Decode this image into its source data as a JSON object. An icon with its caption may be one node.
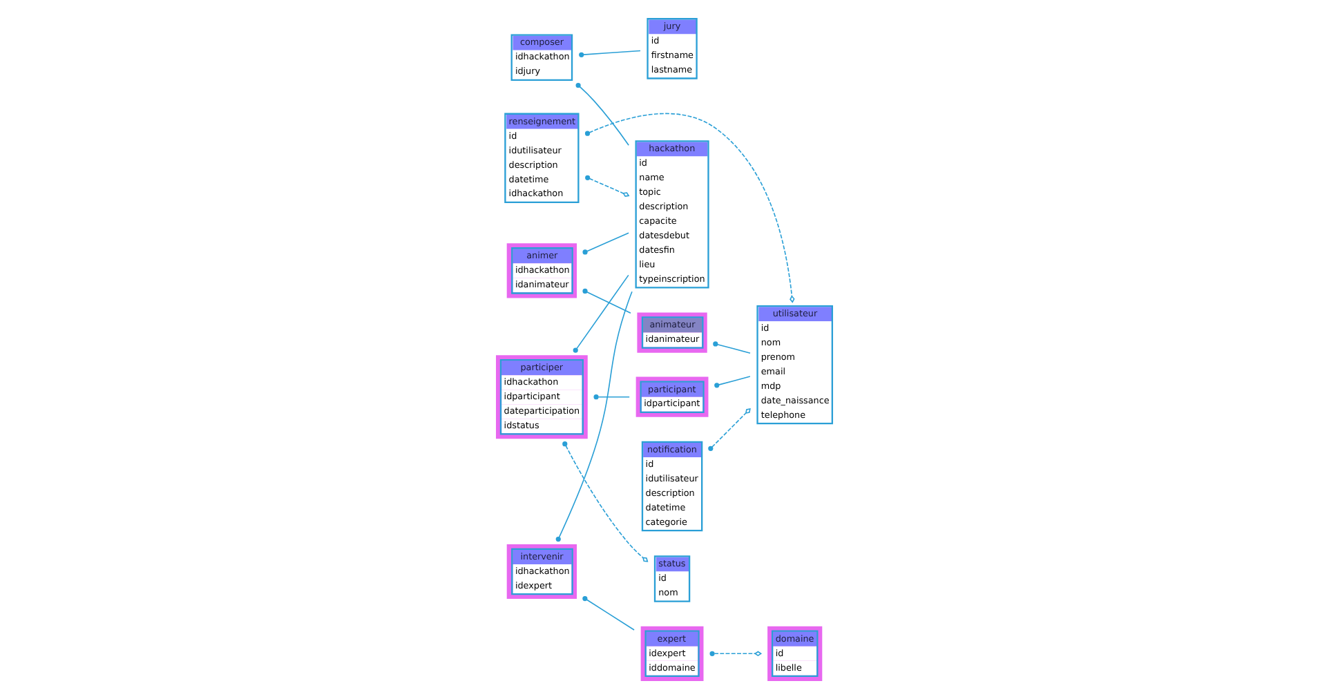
{
  "diagram": {
    "nodes": [
      {
        "text": [
          "renseignement",
          "id",
          "idutilisateur",
          "description",
          "datetime",
          "idhackathon"
        ]
      },
      {
        "text": [
          "hackathon",
          "id",
          "name",
          "topic",
          "description",
          "capacite",
          "datesdebut",
          "datesfin",
          "lieu",
          "typeinscription"
        ]
      },
      {
        "text": [
          "utilisateur",
          "id",
          "nom",
          "prenom",
          "email",
          "mdp",
          "date_naissance",
          "telephone"
        ]
      },
      {
        "text": [
          "composer",
          "idhackathon",
          "idjury"
        ]
      },
      {
        "text": [
          "animer",
          "idhackathon",
          "idanimateur"
        ]
      },
      {
        "text": [
          "animateur",
          "idanimateur"
        ]
      },
      {
        "text": [
          "jury",
          "id",
          "firstname",
          "lastname"
        ]
      },
      {
        "text": [
          "participer",
          "idhackathon",
          "idparticipant",
          "dateparticipation",
          "idstatus"
        ]
      },
      {
        "text": [
          "participant",
          "idparticipant"
        ]
      },
      {
        "text": [
          "notification",
          "id",
          "idutilisateur",
          "description",
          "datetime",
          "categorie"
        ]
      },
      {
        "text": [
          "intervenir",
          "idhackathon",
          "idexpert"
        ]
      },
      {
        "text": [
          "status",
          "id",
          "nom"
        ]
      },
      {
        "text": [
          "expert",
          "idexpert",
          "iddomaine"
        ]
      },
      {
        "text": [
          "domaine",
          "id",
          "libelle"
        ]
      }
    ],
    "edges": [
      {
        "from": 0,
        "to": 1,
        "arrow": "other",
        "style": "dashed"
      },
      {
        "from": 0,
        "to": 2,
        "arrow": "other",
        "style": "dashed"
      },
      {
        "from": 3,
        "to": 1,
        "arrow": "other"
      },
      {
        "from": 3,
        "to": 6,
        "arrow": "other"
      },
      {
        "from": 4,
        "to": 1,
        "arrow": "other"
      },
      {
        "from": 4,
        "to": 5,
        "arrow": "other"
      },
      {
        "from": 5,
        "to": 2,
        "arrow": "other"
      },
      {
        "from": 7,
        "to": 1,
        "arrow": "other"
      },
      {
        "from": 7,
        "to": 8,
        "arrow": "other"
      },
      {
        "from": 8,
        "to": 2,
        "arrow": "other"
      },
      {
        "from": 9,
        "to": 2,
        "arrow": "other",
        "style": "dashed"
      },
      {
        "from": 10,
        "to": 1,
        "arrow": "other"
      },
      {
        "from": 10,
        "to": 12,
        "arrow": "other"
      },
      {
        "from": 7,
        "to": 11,
        "arrow": "other",
        "style": "dashed"
      },
      {
        "from": 12,
        "to": 13,
        "arrow": "other",
        "style": "dashed"
      }
    ]
  }
}
